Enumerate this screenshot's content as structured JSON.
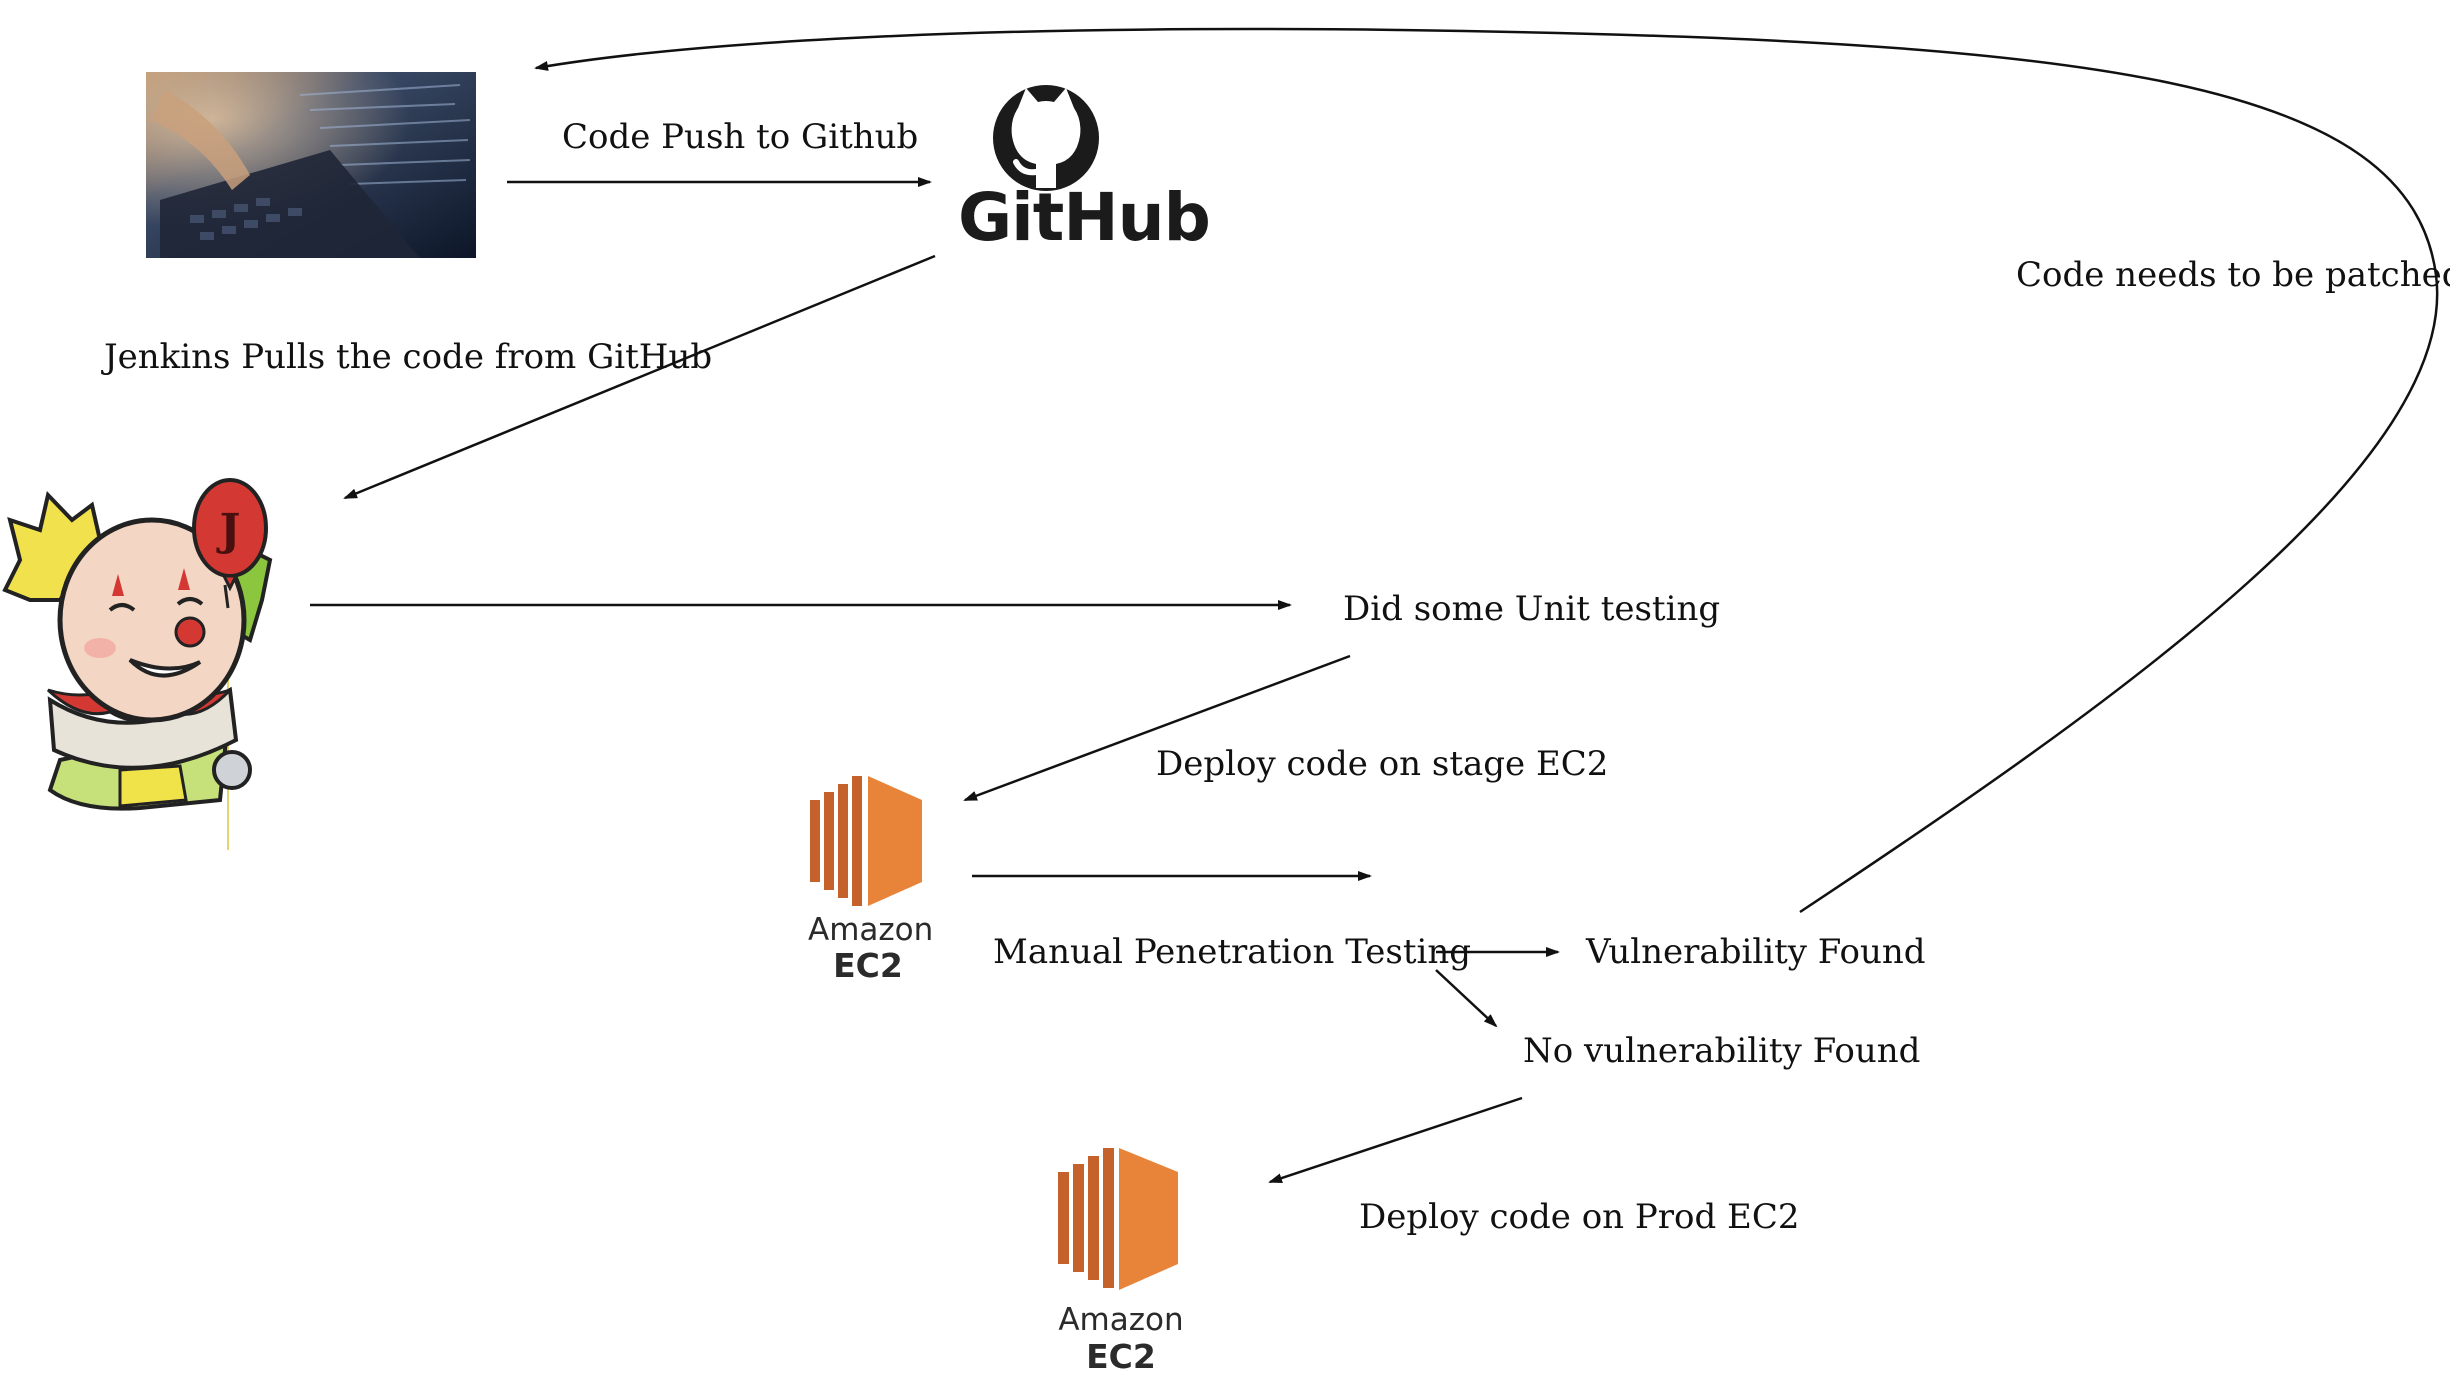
{
  "labels": {
    "code_push": "Code Push to Github",
    "jenkins_pull": "Jenkins Pulls the code from GitHub",
    "unit_testing": "Did some Unit testing",
    "deploy_stage": "Deploy code on stage EC2",
    "manual_pen": "Manual Penetration Testing",
    "vuln_found": "Vulnerability Found",
    "no_vuln": "No vulnerability Found",
    "deploy_prod": "Deploy code on Prod EC2",
    "patch": "Code needs to be patched."
  },
  "logos": {
    "github_word": "GitHub",
    "ec2_stage_amazon": "Amazon",
    "ec2_stage_ec2": "EC2",
    "ec2_prod_amazon": "Amazon",
    "ec2_prod_ec2": "EC2",
    "jenkins_balloon": "J"
  },
  "icons": {
    "developer": "laptop-code-photo",
    "github": "github-octocat-icon",
    "jenkins": "jenkins-butler-icon",
    "ec2": "amazon-ec2-icon"
  },
  "colors": {
    "ec2_orange": "#e8843a",
    "ec2_orange_dark": "#c5612a",
    "jenkins_red": "#d33833",
    "text": "#111111"
  }
}
